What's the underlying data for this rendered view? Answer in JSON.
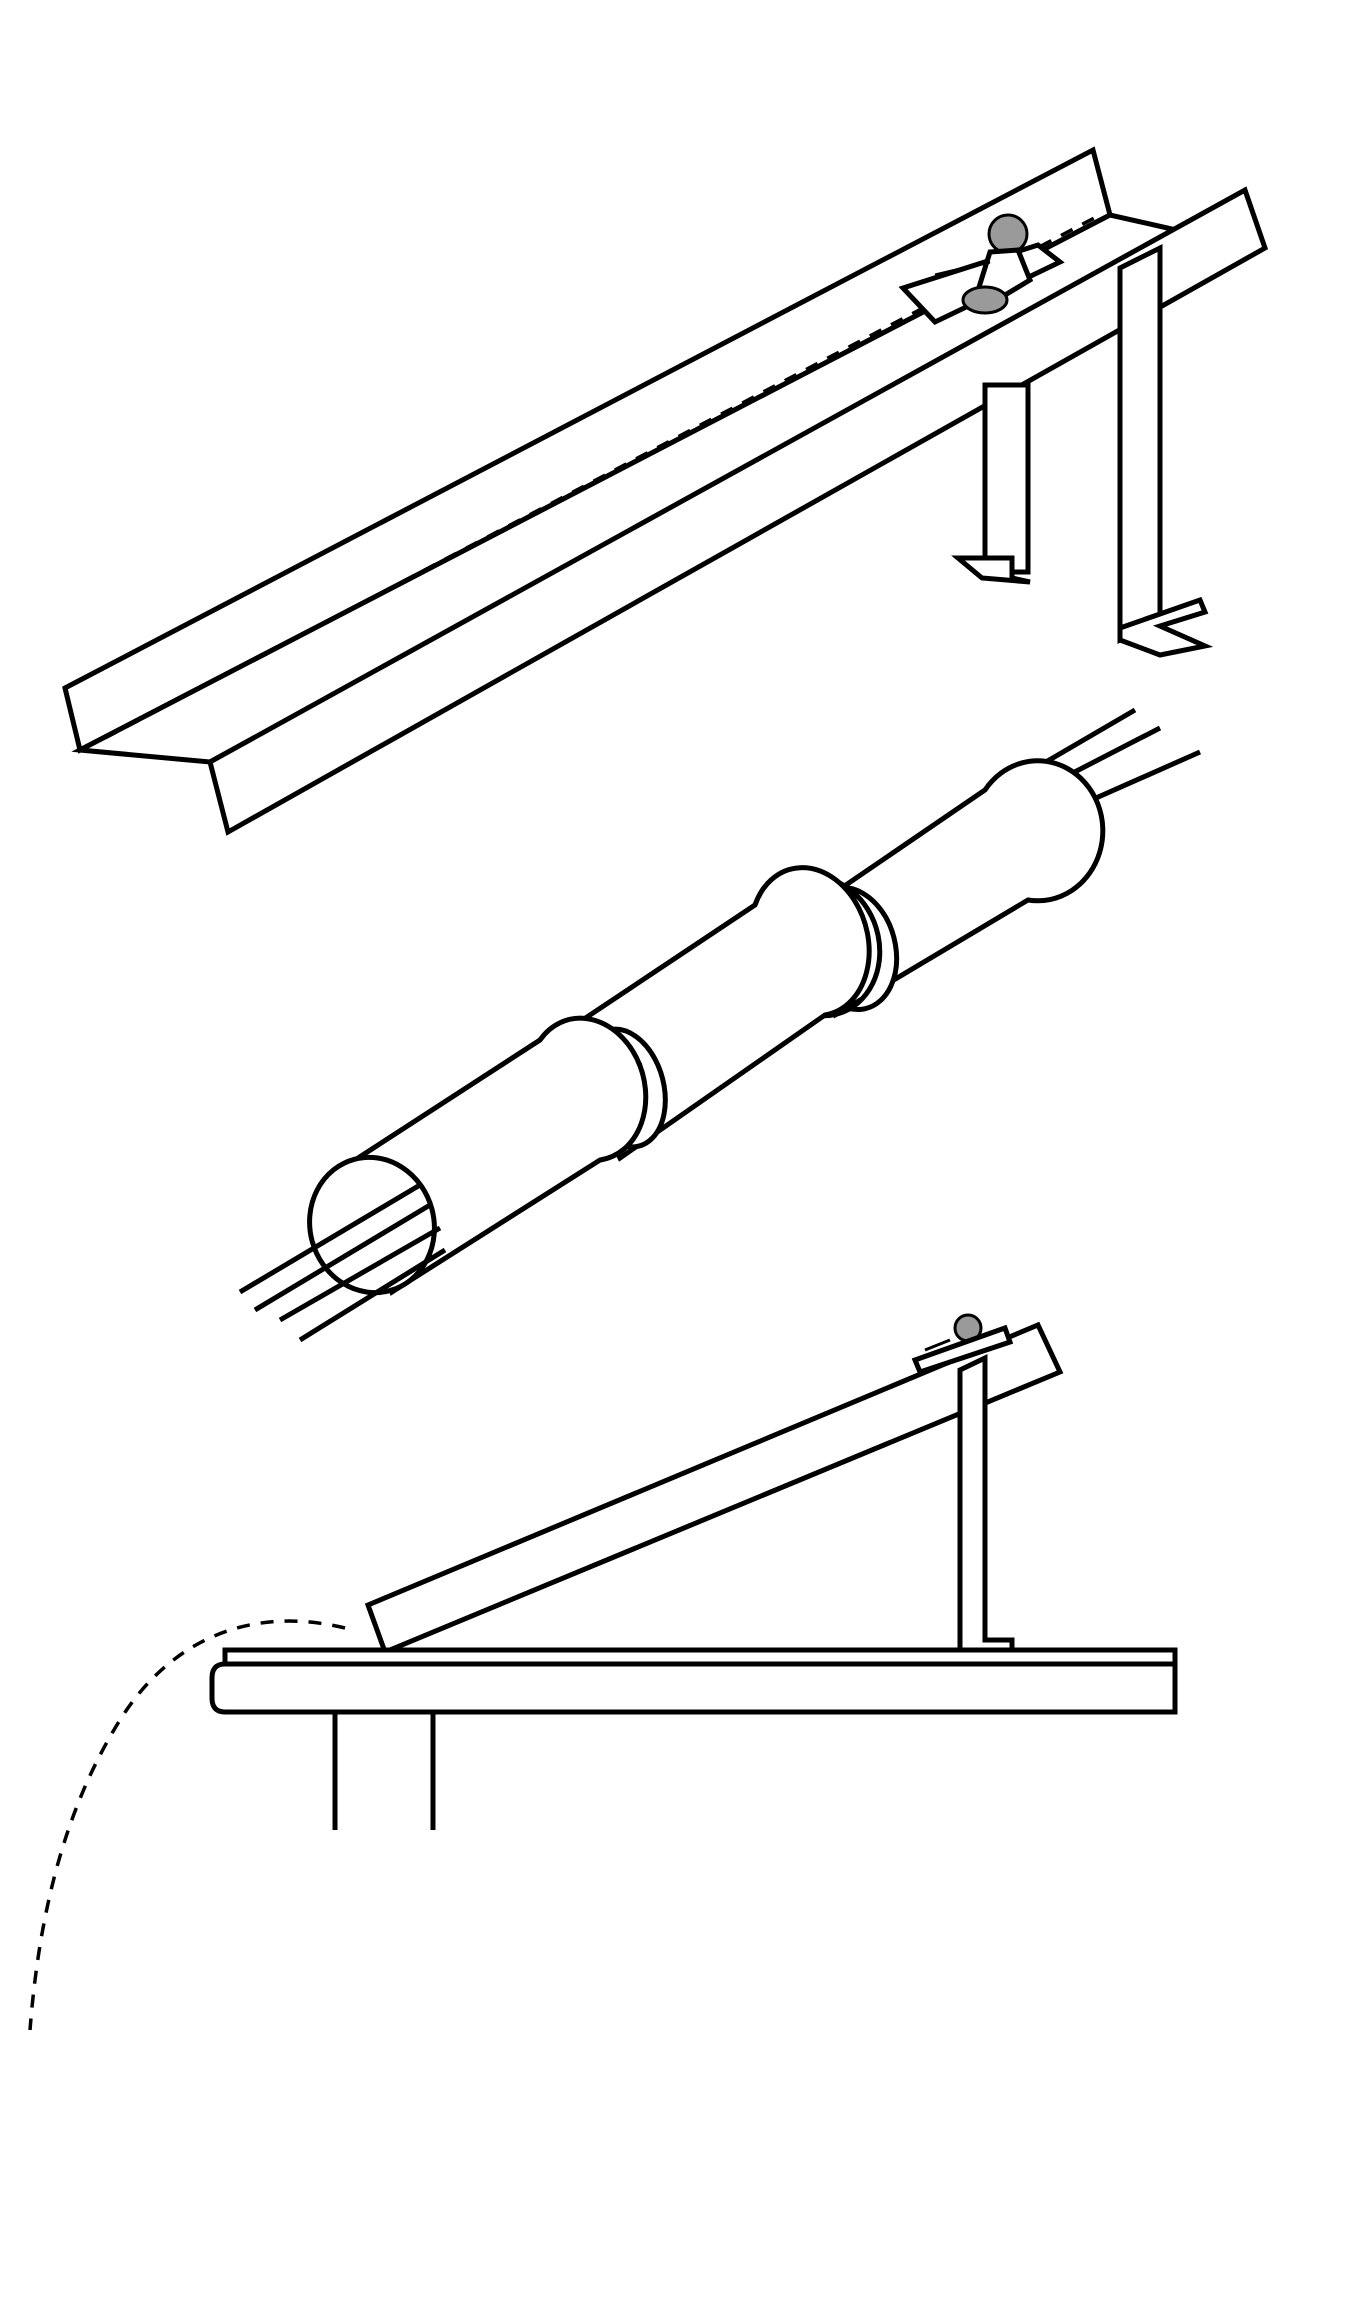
{
  "figure": {
    "panels": [
      {
        "id": "panel-1",
        "subject": "inclined-trough-track-with-rider-in-cart"
      },
      {
        "id": "panel-2",
        "subject": "rails-passing-through-segmented-tube"
      },
      {
        "id": "panel-3",
        "subject": "ramp-on-platform-with-dashed-launch-trajectory"
      }
    ],
    "colors": {
      "line": "#000000",
      "fill": "#ffffff",
      "shade": "#9a9a9a"
    }
  }
}
